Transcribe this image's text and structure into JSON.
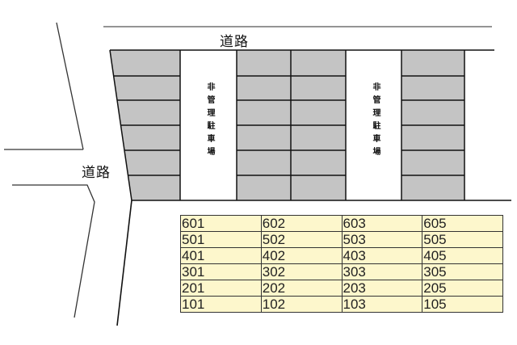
{
  "roads": {
    "top_label": "道路",
    "left_label": "道路"
  },
  "unmanaged_lots": [
    {
      "label": "非管理駐車場"
    },
    {
      "label": "非管理駐車場"
    }
  ],
  "colors": {
    "parking_space": "#c4c4c4",
    "room_cell": "#fdf7cc",
    "line": "#111111"
  },
  "rooms": {
    "rows": [
      [
        "601",
        "602",
        "603",
        "605"
      ],
      [
        "501",
        "502",
        "503",
        "505"
      ],
      [
        "401",
        "402",
        "403",
        "405"
      ],
      [
        "301",
        "302",
        "303",
        "305"
      ],
      [
        "201",
        "202",
        "203",
        "205"
      ],
      [
        "101",
        "102",
        "103",
        "105"
      ]
    ]
  }
}
